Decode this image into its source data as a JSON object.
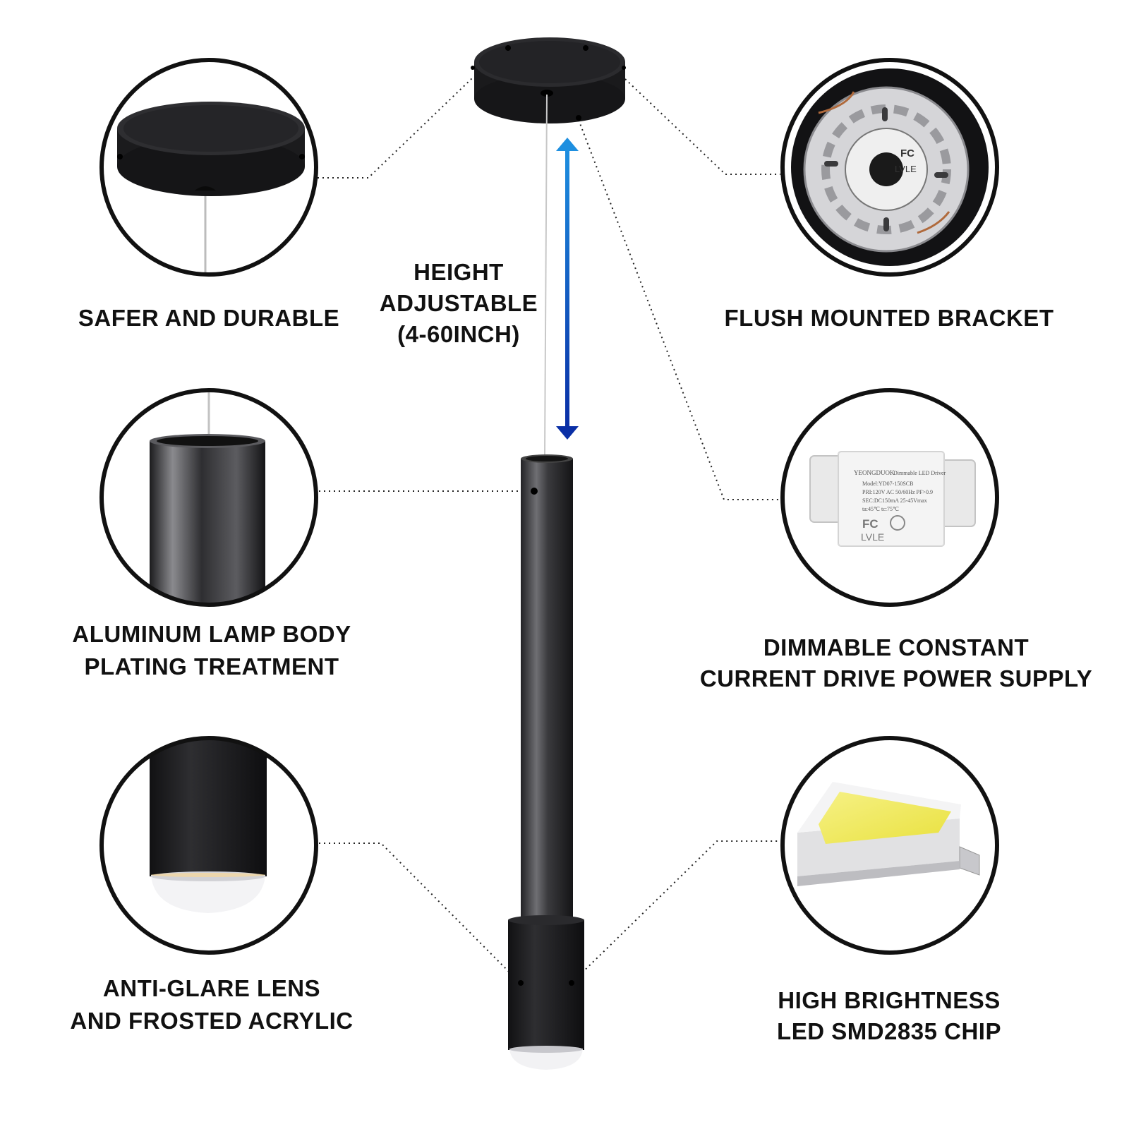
{
  "features": {
    "safer": {
      "lines": [
        "SAFER AND DURABLE"
      ]
    },
    "flush": {
      "lines": [
        "FLUSH MOUNTED BRACKET"
      ]
    },
    "height": {
      "lines": [
        "HEIGHT",
        "ADJUSTABLE",
        "(4-60INCH)"
      ]
    },
    "aluminum": {
      "lines": [
        "ALUMINUM LAMP BODY",
        "PLATING TREATMENT"
      ]
    },
    "dimmable": {
      "lines": [
        "DIMMABLE CONSTANT",
        "CURRENT DRIVE POWER SUPPLY"
      ]
    },
    "antiglare": {
      "lines": [
        "ANTI-GLARE LENS",
        "AND FROSTED ACRYLIC"
      ]
    },
    "brightness": {
      "lines": [
        "HIGH BRIGHTNESS",
        "LED SMD2835 CHIP"
      ]
    }
  },
  "driver_label": {
    "brand": "YEONGDUOK",
    "title": "Dimmable LED Driver",
    "model": "Model:YD07-150SCB",
    "pri": "PRI:120V AC 50/60Hz PF>0.9",
    "sec": "SEC:DC150mA 25-45Vmax",
    "temp": "ta:45℃   tc:75℃",
    "mark_fc": "FC",
    "mark_lvle": "LVLE"
  },
  "bracket_label": {
    "mark_fc": "FC",
    "mark_lvle": "LVLE"
  },
  "colors": {
    "fixture_dark": "#1b1b1d",
    "arrow_top": "#1e8fe0",
    "arrow_bottom": "#0a2fa6",
    "led_yellow": "#f1eb57"
  }
}
